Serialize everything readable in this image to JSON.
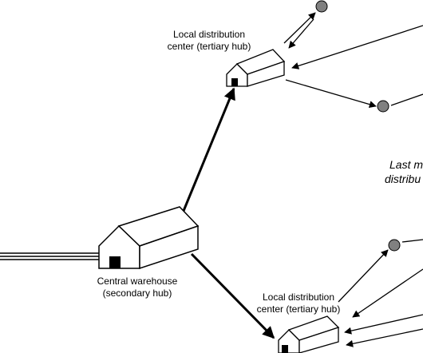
{
  "diagram": {
    "tertiary_top": {
      "line1": "Local distribution",
      "line2": "center (tertiary hub)"
    },
    "tertiary_bottom": {
      "line1": "Local distribution",
      "line2": "center (tertiary hub)"
    },
    "central": {
      "line1": "Central warehouse",
      "line2": "(secondary hub)"
    },
    "last_mile": {
      "line1": "Last m",
      "line2": "distribu"
    }
  },
  "colors": {
    "ink": "#000000",
    "node_fill": "#808080",
    "building_fill": "#ffffff"
  }
}
